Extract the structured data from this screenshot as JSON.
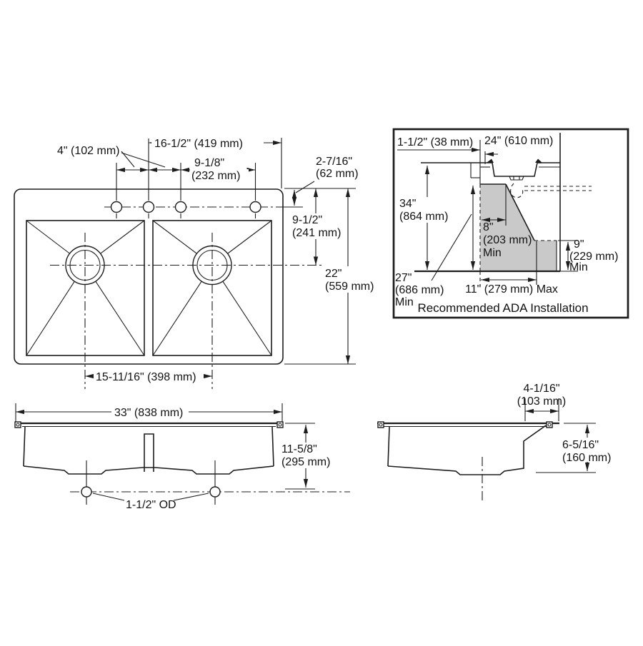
{
  "drawing_type": "kitchen sink installation dimension drawing",
  "colors": {
    "line": "#1d1d1d",
    "shade": "#c9c9c9",
    "background": "#ffffff"
  },
  "plan": {
    "dim_4": "4\" (102 mm)",
    "dim_16_5": "16-1/2\" (419 mm)",
    "dim_9_18": [
      "9-1/8\"",
      "(232 mm)"
    ],
    "dim_2_716": [
      "2-7/16\"",
      "(62 mm)"
    ],
    "dim_9_12": [
      "9-1/2\"",
      "(241 mm)"
    ],
    "dim_22": [
      "22\"",
      "(559 mm)"
    ],
    "dim_15_1116": "15-11/16\" (398 mm)"
  },
  "ada": {
    "dim_1_12": "1-1/2\" (38 mm)",
    "dim_24": "24\" (610 mm)",
    "dim_34": [
      "34\"",
      "(864 mm)"
    ],
    "dim_27": [
      "27\"",
      "(686 mm)",
      "Min"
    ],
    "dim_8": [
      "8\"",
      "(203 mm)",
      "Min"
    ],
    "dim_9": [
      "9\"",
      "(229 mm)",
      "Min"
    ],
    "dim_11": "11\" (279 mm) Max",
    "caption": "Recommended ADA Installation"
  },
  "front": {
    "dim_33": "33\" (838 mm)",
    "dim_11_58": [
      "11-5/8\"",
      "(295 mm)"
    ],
    "dim_od": "1-1/2\" OD"
  },
  "side": {
    "dim_4_116": [
      "4-1/16\"",
      "(103 mm)"
    ],
    "dim_6_516": [
      "6-5/16\"",
      "(160 mm)"
    ]
  }
}
